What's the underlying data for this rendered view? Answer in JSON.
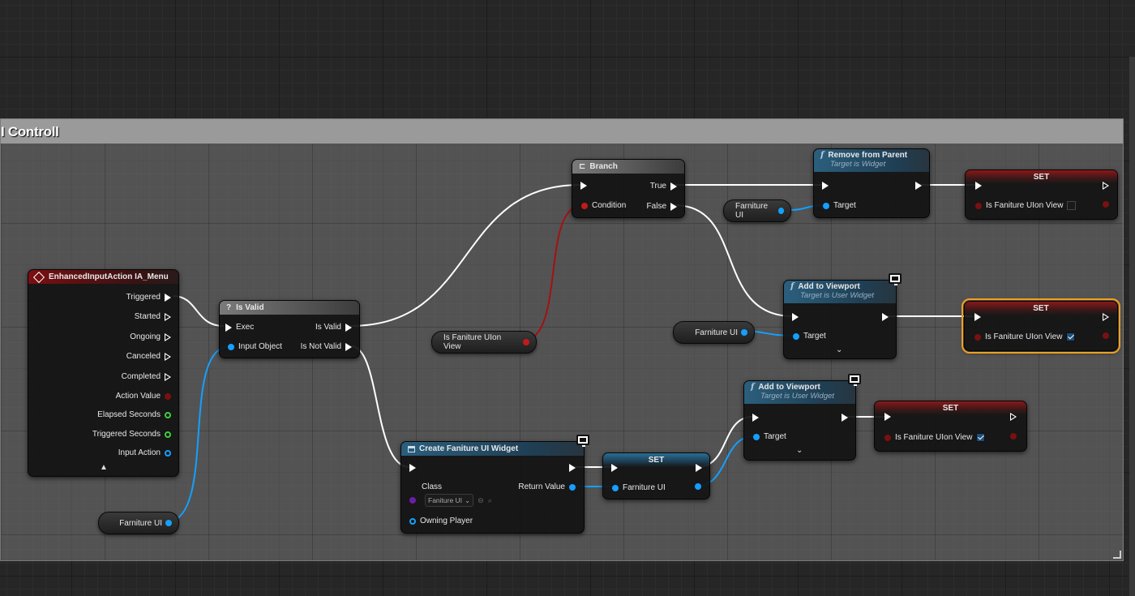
{
  "comment": {
    "title": "I Controll"
  },
  "nodes": {
    "input_action": {
      "title": "EnhancedInputAction IA_Menu",
      "pins": [
        "Triggered",
        "Started",
        "Ongoing",
        "Canceled",
        "Completed",
        "Action Value",
        "Elapsed Seconds",
        "Triggered Seconds",
        "Input Action"
      ],
      "expand_icon": "chevron-up-icon"
    },
    "is_valid": {
      "title": "Is Valid",
      "exec": "Exec",
      "input_object": "Input Object",
      "out_valid": "Is Valid",
      "out_not_valid": "Is Not Valid"
    },
    "branch": {
      "title": "Branch",
      "condition": "Condition",
      "true_label": "True",
      "false_label": "False"
    },
    "remove_from_parent": {
      "title": "Remove from Parent",
      "subtitle": "Target is Widget",
      "target": "Target"
    },
    "add_viewport_1": {
      "title": "Add to Viewport",
      "subtitle": "Target is User Widget",
      "target": "Target"
    },
    "add_viewport_2": {
      "title": "Add to Viewport",
      "subtitle": "Target is User Widget",
      "target": "Target"
    },
    "create_widget": {
      "title": "Create Faniture UI Widget",
      "class_label": "Class",
      "class_value": "Faniture UI",
      "return_value": "Return Value",
      "owning_player": "Owning Player"
    },
    "set_mid": {
      "title": "SET",
      "var": "Farniture UI"
    },
    "set_top": {
      "title": "SET",
      "var": "Is Faniture UIon View",
      "checked": false
    },
    "set_selected": {
      "title": "SET",
      "var": "Is Faniture UIon View",
      "checked": true
    },
    "set_bottom": {
      "title": "SET",
      "var": "Is Faniture UIon View",
      "checked": true
    }
  },
  "vars": {
    "farniture_ui_bottom": "Farniture UI",
    "is_on_view": "Is Faniture UIon View",
    "farniture_ui_top": "Farniture UI",
    "farniture_ui_mid": "Farniture UI"
  },
  "colors": {
    "exec": "#ffffff",
    "object": "#14a0ff",
    "bool": "#c21a1a",
    "selection": "#f0a020"
  }
}
